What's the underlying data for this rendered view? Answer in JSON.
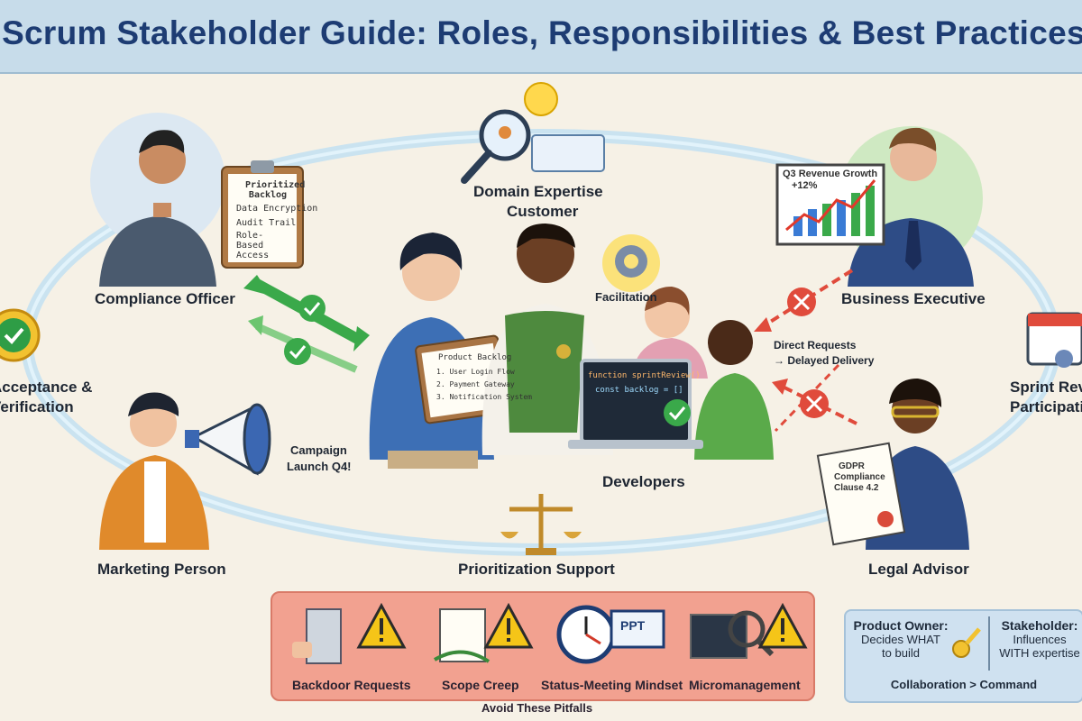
{
  "title": "Scrum Stakeholder Guide: Roles, Responsibilities & Best Practices",
  "roles": {
    "compliance_officer": "Compliance Officer",
    "domain_expertise": "Domain Expertise",
    "customer": "Customer",
    "business_executive": "Business Executive",
    "acceptance": "Acceptance &",
    "verification": "Verification",
    "sprint_review": "Sprint Review",
    "participation": "Participation",
    "marketing_person": "Marketing Person",
    "developers": "Developers",
    "prioritization_support": "Prioritization Support",
    "legal_advisor": "Legal Advisor",
    "facilitation": "Facilitation"
  },
  "clipboard_backlog": {
    "title": "Prioritized Backlog",
    "items": [
      "Data Encryption",
      "Audit Trail",
      "Role-Based Access"
    ]
  },
  "clipboard_po": {
    "title": "Product Backlog",
    "items": [
      "1. User Login Flow",
      "2. Payment Gateway",
      "3. Notification System"
    ]
  },
  "revenue_board": {
    "line1": "Q3 Revenue Growth",
    "line2": "+12%"
  },
  "megaphone_text": {
    "line1": "Campaign",
    "line2": "Launch Q4!"
  },
  "direct_requests": {
    "line1": "Direct Requests",
    "line2": "→ Delayed Delivery"
  },
  "gdpr_doc": {
    "line1": "GDPR",
    "line2": "Compliance",
    "line3": "Clause 4.2"
  },
  "code_screen": {
    "line1": "function sprintReview()",
    "line2": "const backlog = []"
  },
  "pitfalls": {
    "title": "Avoid These Pitfalls",
    "items": [
      "Backdoor Requests",
      "Scope Creep",
      "Status-Meeting Mindset",
      "Micromanagement"
    ],
    "ppt_label": "PPT"
  },
  "legend": {
    "po_title": "Product Owner:",
    "po_line1": "Decides WHAT",
    "po_line2": "to build",
    "sh_title": "Stakeholder:",
    "sh_line1": "Influences",
    "sh_line2": "WITH expertise",
    "footer": "Collaboration > Command"
  },
  "colors": {
    "banner": "#c7dcea",
    "title": "#1d3c73",
    "good": "#3aa94a",
    "bad": "#e04b3c",
    "pitfall_bg": "#f2a190"
  }
}
